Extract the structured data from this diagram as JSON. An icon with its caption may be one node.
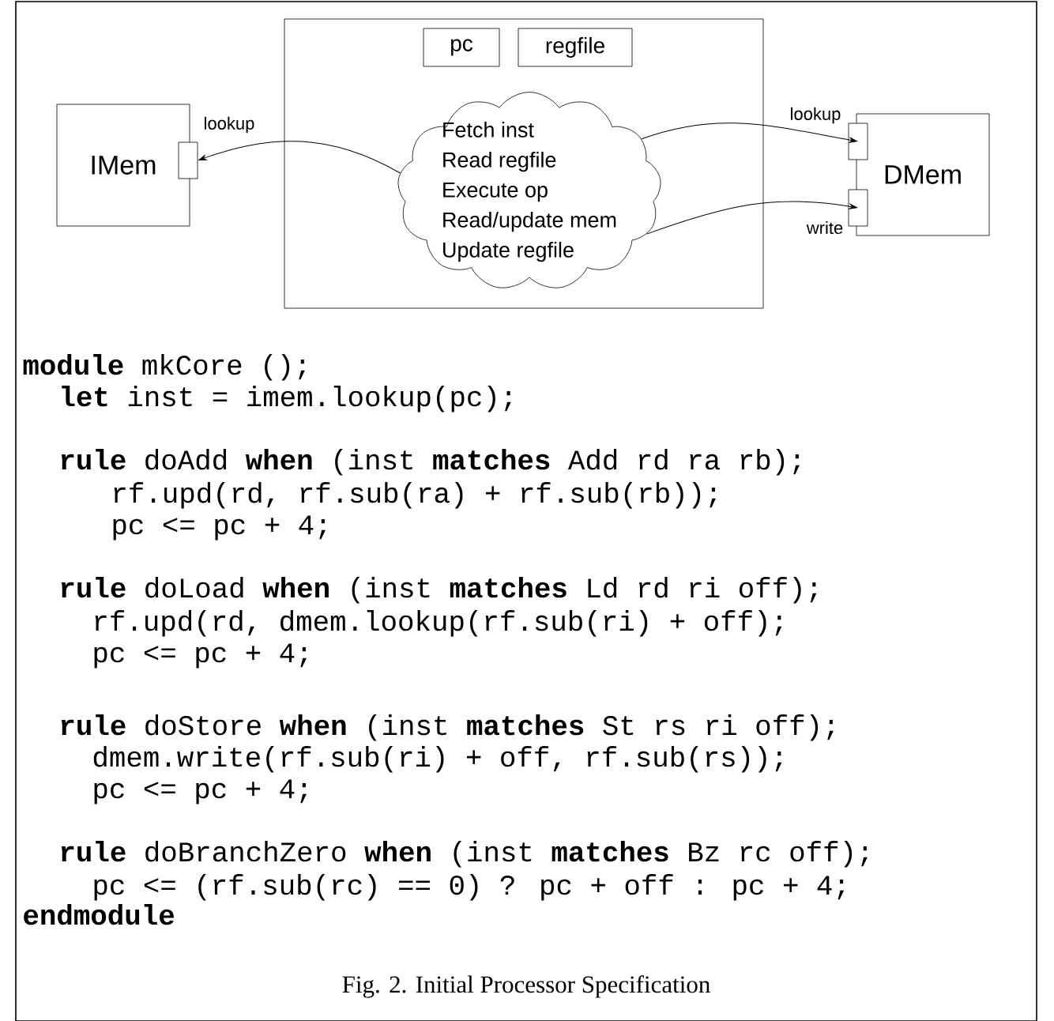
{
  "diagram": {
    "caption": "Fig. 2.   Initial Processor Specification",
    "nodes": [
      {
        "text": [
          "IMem"
        ]
      },
      {
        "text": [],
        "shape": "box",
        "beside": [
          "lookup"
        ]
      },
      {
        "text": [],
        "shape": "box"
      },
      {
        "text": [
          "pc"
        ],
        "in": 2
      },
      {
        "text": [
          "regfile"
        ],
        "in": 2
      },
      {
        "text": [
          "Fetch inst",
          "Read regfile",
          "Execute op",
          "Read/update mem",
          "Update regfile"
        ],
        "in": 2
      },
      {
        "text": [
          "DMem"
        ]
      },
      {
        "text": [],
        "shape": "box",
        "beside": [
          "lookup"
        ]
      },
      {
        "text": [],
        "shape": "box",
        "beside": [
          "write"
        ]
      }
    ],
    "edges": [
      {
        "from": 5,
        "to": 1,
        "arrow": "to"
      },
      {
        "from": 5,
        "to": 7,
        "arrow": "to"
      },
      {
        "from": 5,
        "to": 8,
        "arrow": "to"
      }
    ],
    "labels": [
      "**module** mkCore ();",
      "**let** inst = imem.lookup(pc);",
      "**rule** doAdd **when** (inst **matches** Add rd ra rb);",
      "rf.upd(rd, rf.sub(ra) + rf.sub(rb));",
      "pc <= pc + 4;",
      "**rule** doLoad **when** (inst **matches** Ld rd ri off);",
      "rf.upd(rd, dmem.lookup(rf.sub(ri) + off);",
      "pc <= pc + 4;",
      "**rule** doStore **when** (inst **matches** St rs ri off);",
      "dmem.write(rf.sub(ri) + off, rf.sub(rs));",
      "pc <= pc + 4;",
      "**rule** doBranchZero **when** (inst **matches** Bz rc off);",
      "pc <= (rf.sub(rc) == 0) ? pc + off : pc + 4;",
      "**endmodule**"
    ]
  }
}
